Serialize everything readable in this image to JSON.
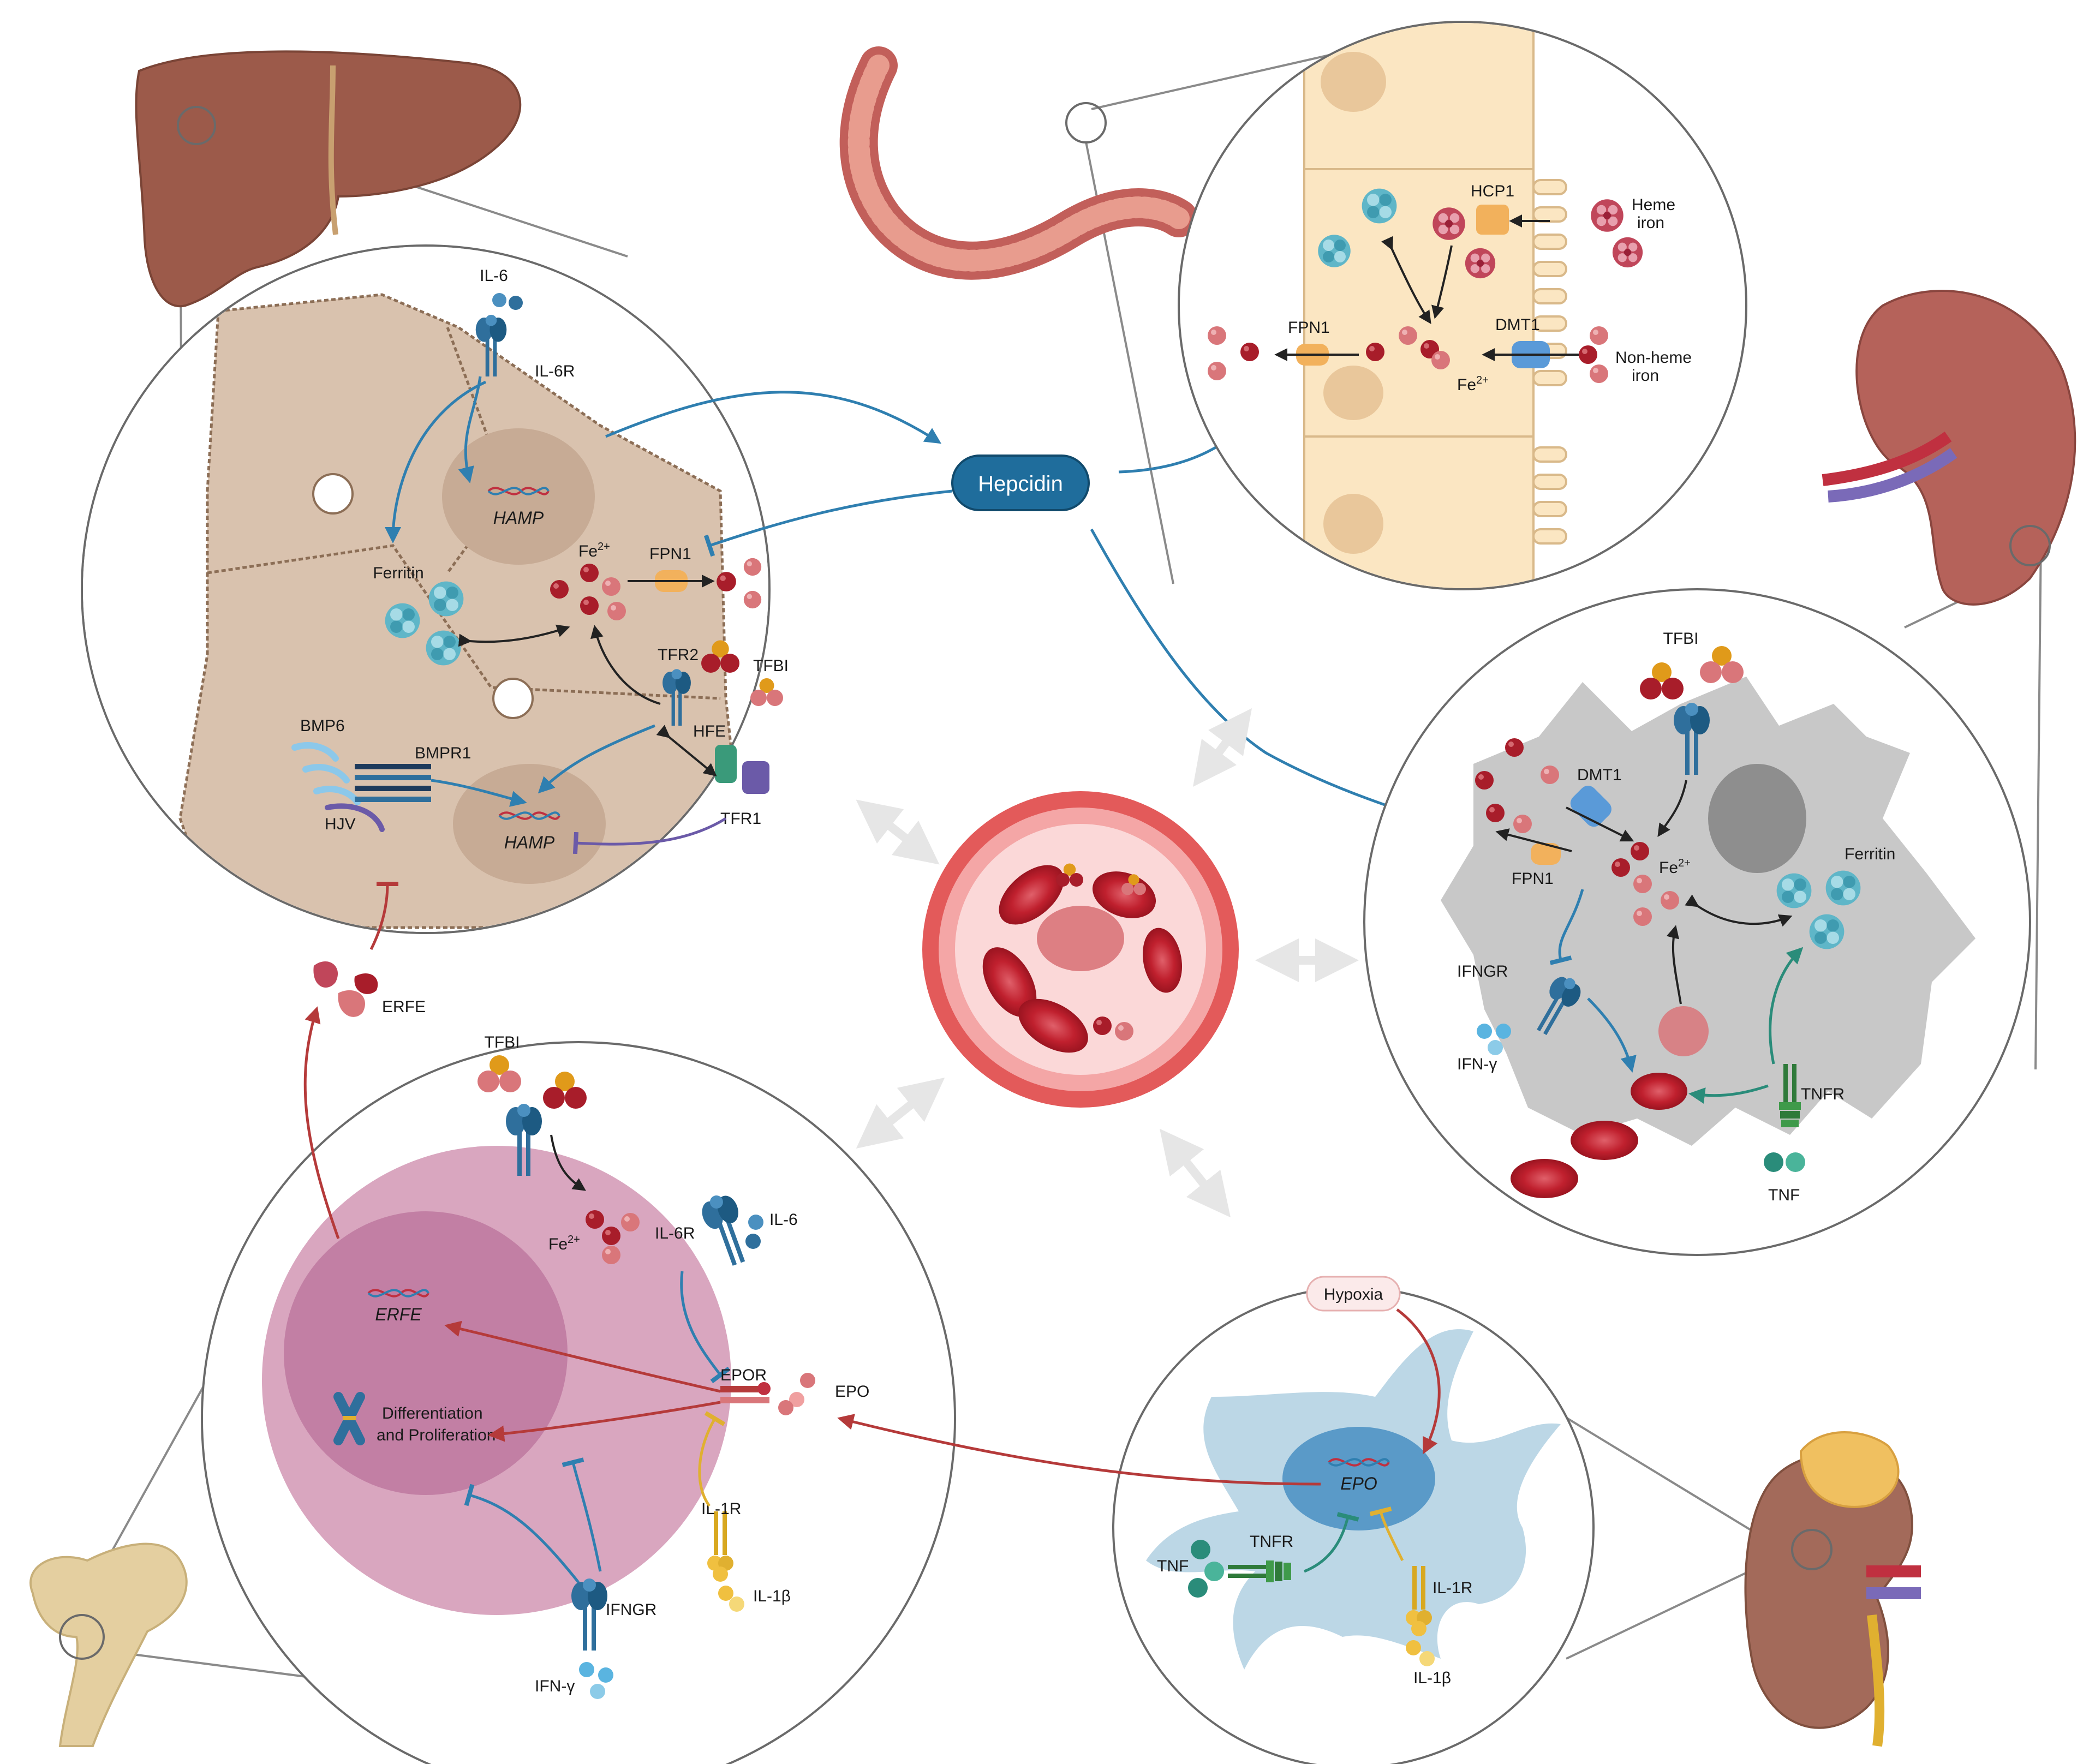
{
  "labels": {
    "hepcidin": "Hepcidin",
    "liver": {
      "il6": "IL-6",
      "il6r": "IL-6R",
      "hamp_top": "HAMP",
      "ferritin": "Ferritin",
      "fe": "Fe",
      "fe_sup": "2+",
      "fpn1": "FPN1",
      "tfr2": "TFR2",
      "tfbi": "TFBI",
      "hfe": "HFE",
      "tfr1": "TFR1",
      "bmp6": "BMP6",
      "bmpr1": "BMPR1",
      "hjv": "HJV",
      "hamp_bottom": "HAMP"
    },
    "intestine": {
      "hcp1": "HCP1",
      "heme_iron_1": "Heme",
      "heme_iron_2": "iron",
      "fpn1": "FPN1",
      "dmt1": "DMT1",
      "nonheme_1": "Non-heme",
      "nonheme_2": "iron",
      "fe": "Fe",
      "fe_sup": "2+"
    },
    "macrophage": {
      "tfbi": "TFBI",
      "dmt1": "DMT1",
      "fpn1": "FPN1",
      "fe": "Fe",
      "fe_sup": "2+",
      "ferritin": "Ferritin",
      "ifngr": "IFNGR",
      "ifn_gamma": "IFN-γ",
      "tnfr": "TNFR",
      "tnf": "TNF"
    },
    "erythroblast": {
      "erfe_outside": "ERFE",
      "tfbi": "TFBI",
      "fe": "Fe",
      "fe_sup": "2+",
      "il6r": "IL-6R",
      "il6": "IL-6",
      "erfe_gene": "ERFE",
      "epor": "EPOR",
      "epo": "EPO",
      "diff_1": "Differentiation",
      "diff_2": "and Proliferation",
      "il1r": "IL-1R",
      "il1b": "IL-1β",
      "ifngr": "IFNGR",
      "ifn_gamma": "IFN-γ"
    },
    "kidney_cell": {
      "hypoxia": "Hypoxia",
      "epo_gene": "EPO",
      "tnf": "TNF",
      "tnfr": "TNFR",
      "il1r": "IL-1R",
      "il1b": "IL-1β"
    }
  },
  "colors": {
    "liver_tissue": "#d9c2ae",
    "liver_organ": "#9c5a4a",
    "intestine_cell": "#fbe6c2",
    "macrophage": "#c8c8c8",
    "erythroblast": "#d9a6bf",
    "kidney_cell": "#bcd7e6",
    "iron_dark": "#a81d2a",
    "iron_light": "#d9767a",
    "ferritin": "#5fb6c8",
    "arrow_blue": "#2f7fb0",
    "arrow_red": "#b53a3a",
    "hepcidin_pill": "#1f6d9c",
    "bone": "#e4cfa0",
    "vessel": "#e36060"
  },
  "icons": [
    "liver-organ",
    "intestine-organ",
    "spleen-organ",
    "bone-organ",
    "kidney-organ",
    "blood-vessel",
    "dna-icon",
    "chromosome-icon",
    "receptor-icon"
  ]
}
